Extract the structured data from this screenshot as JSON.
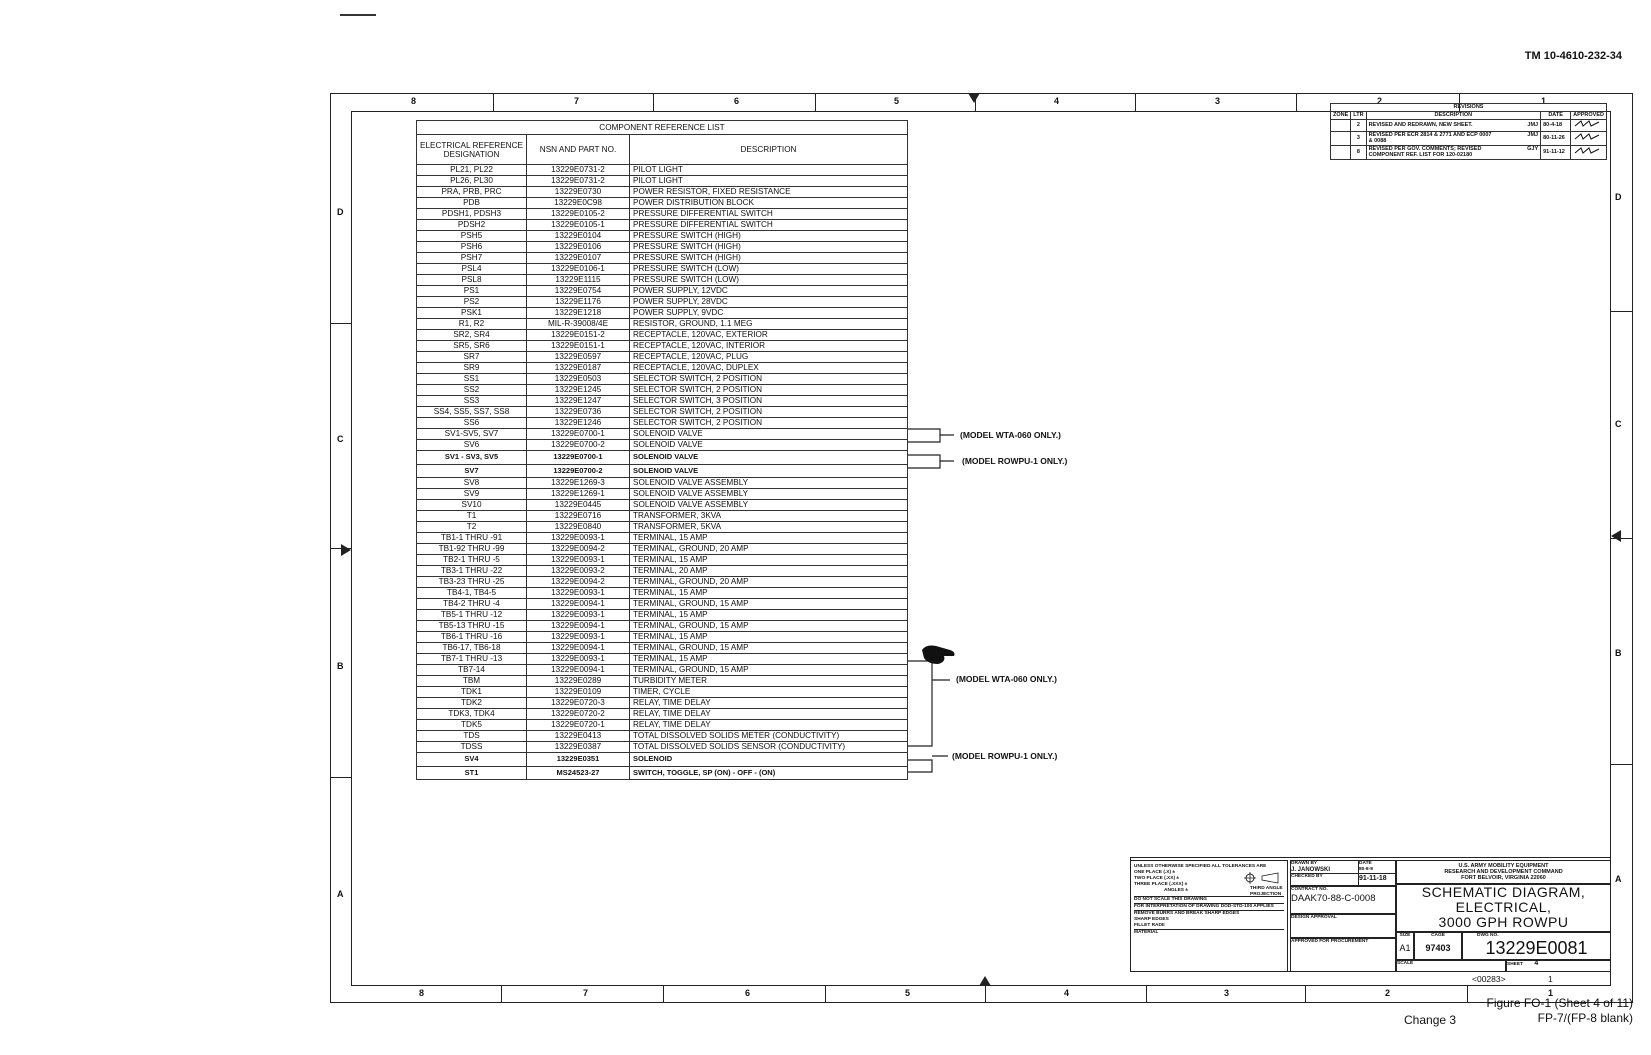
{
  "header": {
    "doc_number": "TM 10-4610-232-34"
  },
  "zones": {
    "columns": [
      "8",
      "7",
      "6",
      "5",
      "4",
      "3",
      "2",
      "1"
    ],
    "rows": [
      "D",
      "C",
      "B",
      "A"
    ]
  },
  "table": {
    "title": "COMPONENT REFERENCE LIST",
    "columns": [
      "ELECTRICAL REFERENCE DESIGNATION",
      "NSN AND PART NO.",
      "DESCRIPTION"
    ],
    "rows": [
      [
        "PL21, PL22",
        "13229E0731-2",
        "PILOT LIGHT"
      ],
      [
        "PL26, PL30",
        "13229E0731-2",
        "PILOT LIGHT"
      ],
      [
        "PRA, PRB, PRC",
        "13229E0730",
        "POWER RESISTOR, FIXED RESISTANCE"
      ],
      [
        "PDB",
        "13229E0C98",
        "POWER DISTRIBUTION BLOCK"
      ],
      [
        "PDSH1, PDSH3",
        "13229E0105-2",
        "PRESSURE DIFFERENTIAL SWITCH"
      ],
      [
        "PDSH2",
        "13229E0105-1",
        "PRESSURE DIFFERENTIAL SWITCH"
      ],
      [
        "PSH5",
        "13229E0104",
        "PRESSURE SWITCH (HIGH)"
      ],
      [
        "PSH6",
        "13229E0106",
        "PRESSURE SWITCH (HIGH)"
      ],
      [
        "PSH7",
        "13229E0107",
        "PRESSURE SWITCH (HIGH)"
      ],
      [
        "PSL4",
        "13229E0106-1",
        "PRESSURE SWITCH (LOW)"
      ],
      [
        "PSL8",
        "13229E1115",
        "PRESSURE SWITCH (LOW)"
      ],
      [
        "PS1",
        "13229E0754",
        "POWER SUPPLY, 12VDC"
      ],
      [
        "PS2",
        "13229E1176",
        "POWER SUPPLY, 28VDC"
      ],
      [
        "PSK1",
        "13229E1218",
        "POWER SUPPLY, 9VDC"
      ],
      [
        "R1, R2",
        "MIL-R-39008/4E",
        "RESISTOR, GROUND, 1.1 MEG"
      ],
      [
        "SR2, SR4",
        "13229E0151-2",
        "RECEPTACLE, 120VAC, EXTERIOR"
      ],
      [
        "SR5, SR6",
        "13229E0151-1",
        "RECEPTACLE, 120VAC, INTERIOR"
      ],
      [
        "SR7",
        "13229E0597",
        "RECEPTACLE, 120VAC, PLUG"
      ],
      [
        "SR9",
        "13229E0187",
        "RECEPTACLE, 120VAC, DUPLEX"
      ],
      [
        "SS1",
        "13229E0503",
        "SELECTOR SWITCH, 2 POSITION"
      ],
      [
        "SS2",
        "13229E1245",
        "SELECTOR SWITCH, 2 POSITION"
      ],
      [
        "SS3",
        "13229E1247",
        "SELECTOR SWITCH, 3 POSITION"
      ],
      [
        "SS4, SS5, SS7, SS8",
        "13229E0736",
        "SELECTOR SWITCH, 2 POSITION"
      ],
      [
        "SS6",
        "13229E1246",
        "SELECTOR SWITCH, 2 POSITION"
      ],
      [
        "SV1-SV5, SV7",
        "13229E0700-1",
        "SOLENOID VALVE"
      ],
      [
        "SV6",
        "13229E0700-2",
        "SOLENOID VALVE"
      ],
      [
        "SV1 - SV3, SV5",
        "13229E0700-1",
        "SOLENOID VALVE"
      ],
      [
        "SV7",
        "13229E0700-2",
        "SOLENOID VALVE"
      ],
      [
        "SV8",
        "13229E1269-3",
        "SOLENOID VALVE ASSEMBLY"
      ],
      [
        "SV9",
        "13229E1269-1",
        "SOLENOID VALVE ASSEMBLY"
      ],
      [
        "SV10",
        "13229E0445",
        "SOLENOID VALVE ASSEMBLY"
      ],
      [
        "T1",
        "13229E0716",
        "TRANSFORMER, 3KVA"
      ],
      [
        "T2",
        "13229E0840",
        "TRANSFORMER, 5KVA"
      ],
      [
        "TB1-1 THRU -91",
        "13229E0093-1",
        "TERMINAL, 15 AMP"
      ],
      [
        "TB1-92 THRU -99",
        "13229E0094-2",
        "TERMINAL, GROUND, 20 AMP"
      ],
      [
        "TB2-1 THRU -5",
        "13229E0093-1",
        "TERMINAL, 15 AMP"
      ],
      [
        "TB3-1 THRU -22",
        "13229E0093-2",
        "TERMINAL, 20 AMP"
      ],
      [
        "TB3-23 THRU -25",
        "13229E0094-2",
        "TERMINAL, GROUND, 20 AMP"
      ],
      [
        "TB4-1, TB4-5",
        "13229E0093-1",
        "TERMINAL, 15 AMP"
      ],
      [
        "TB4-2 THRU -4",
        "13229E0094-1",
        "TERMINAL, GROUND, 15 AMP"
      ],
      [
        "TB5-1 THRU -12",
        "13229E0093-1",
        "TERMINAL, 15 AMP"
      ],
      [
        "TB5-13 THRU -15",
        "13229E0094-1",
        "TERMINAL, GROUND, 15 AMP"
      ],
      [
        "TB6-1 THRU -16",
        "13229E0093-1",
        "TERMINAL, 15 AMP"
      ],
      [
        "TB6-17, TB6-18",
        "13229E0094-1",
        "TERMINAL, GROUND, 15 AMP"
      ],
      [
        "TB7-1 THRU -13",
        "13229E0093-1",
        "TERMINAL, 15 AMP"
      ],
      [
        "TB7-14",
        "13229E0094-1",
        "TERMINAL, GROUND, 15 AMP"
      ],
      [
        "TBM",
        "13229E0289",
        "TURBIDITY METER"
      ],
      [
        "TDK1",
        "13229E0109",
        "TIMER, CYCLE"
      ],
      [
        "TDK2",
        "13229E0720-3",
        "RELAY, TIME DELAY"
      ],
      [
        "TDK3, TDK4",
        "13229E0720-2",
        "RELAY, TIME DELAY"
      ],
      [
        "TDK5",
        "13229E0720-1",
        "RELAY, TIME DELAY"
      ],
      [
        "TDS",
        "13229E0413",
        "TOTAL DISSOLVED SOLIDS METER (CONDUCTIVITY)"
      ],
      [
        "TDSS",
        "13229E0387",
        "TOTAL DISSOLVED SOLIDS SENSOR (CONDUCTIVITY)"
      ],
      [
        "SV4",
        "13229E0351",
        "SOLENOID"
      ],
      [
        "ST1",
        "MS24523-27",
        "SWITCH, TOGGLE, SP (ON) - OFF - (ON)"
      ]
    ]
  },
  "notes": {
    "wta_1": "(MODEL WTA-060 ONLY.)",
    "rowpu_1": "(MODEL ROWPU-1 ONLY.)",
    "wta_2": "(MODEL WTA-060 ONLY.)",
    "rowpu_2": "(MODEL ROWPU-1 ONLY.)"
  },
  "revisions": {
    "title": "REVISIONS",
    "columns": [
      "ZONE",
      "LTR",
      "DESCRIPTION",
      "DATE",
      "APPROVED"
    ],
    "rows": [
      {
        "ltr": "2",
        "desc": "REVISED AND REDRAWN, NEW SHEET.",
        "by": "JMJ",
        "date": "80-4-18"
      },
      {
        "ltr": "3",
        "desc": "REVISED PER ECR 2814 & 2771 AND ECP 0007 & 0088",
        "by": "JMJ",
        "date": "80-11-26"
      },
      {
        "ltr": "8",
        "desc": "REVISED PER GOV. COMMENTS; REVISED COMPONENT REF. LIST FOR 120-02180",
        "by": "GJY",
        "date": "91-11-12"
      }
    ]
  },
  "title_block": {
    "tolerances": [
      "UNLESS OTHERWISE SPECIFIED ALL TOLERANCES ARE",
      "ONE PLACE (.X) ±",
      "TWO PLACE (.XX) ±",
      "THREE PLACE (.XXX) ±",
      "ANGLES ±"
    ],
    "projection": "THIRD ANGLE PROJECTION",
    "do_not_scale": "DO NOT SCALE THIS DRAWING",
    "interpretation": "FOR INTERPRETATION OF DRAWING DOD-STD-100 APPLIES",
    "burrs": "REMOVE BURRS AND BREAK SHARP EDGES",
    "sharp_edges": "SHARP EDGES",
    "fillet": "FILLET RADII",
    "material": "MATERIAL",
    "drawn_by_label": "DRAWN BY",
    "drawn_by": "J. JANOWSKI",
    "drawn_date": "80-8-8",
    "checked_label": "CHECKED BY",
    "checked_date": "91-11-18",
    "date_label": "DATE",
    "contract_label": "CONTRACT NO.",
    "contract": "DAAK70-88-C-0008",
    "design_approval": "DESIGN APPROVAL",
    "approved_proc": "APPROVED FOR PROCUREMENT",
    "agency": [
      "U.S. ARMY MOBILITY EQUIPMENT",
      "RESEARCH AND DEVELOPMENT COMMAND",
      "FORT BELVOIR, VIRGINIA 22060"
    ],
    "title": [
      "SCHEMATIC DIAGRAM,",
      "ELECTRICAL,",
      "3000 GPH ROWPU"
    ],
    "size_label": "SIZE",
    "size": "A1",
    "cage_label": "CAGE",
    "cage": "97403",
    "dwg_label": "DWG NO.",
    "dwg_no": "13229E0081",
    "scale_label": "SCALE",
    "sheet_label": "SHEET",
    "sheet": "4",
    "ref_code": "<00283>",
    "ref_num": "1"
  },
  "footer": {
    "figure": "Figure FO-1 (Sheet 4 of 11)",
    "fp": "FP-7/(FP-8 blank)",
    "change": "Change 3"
  }
}
